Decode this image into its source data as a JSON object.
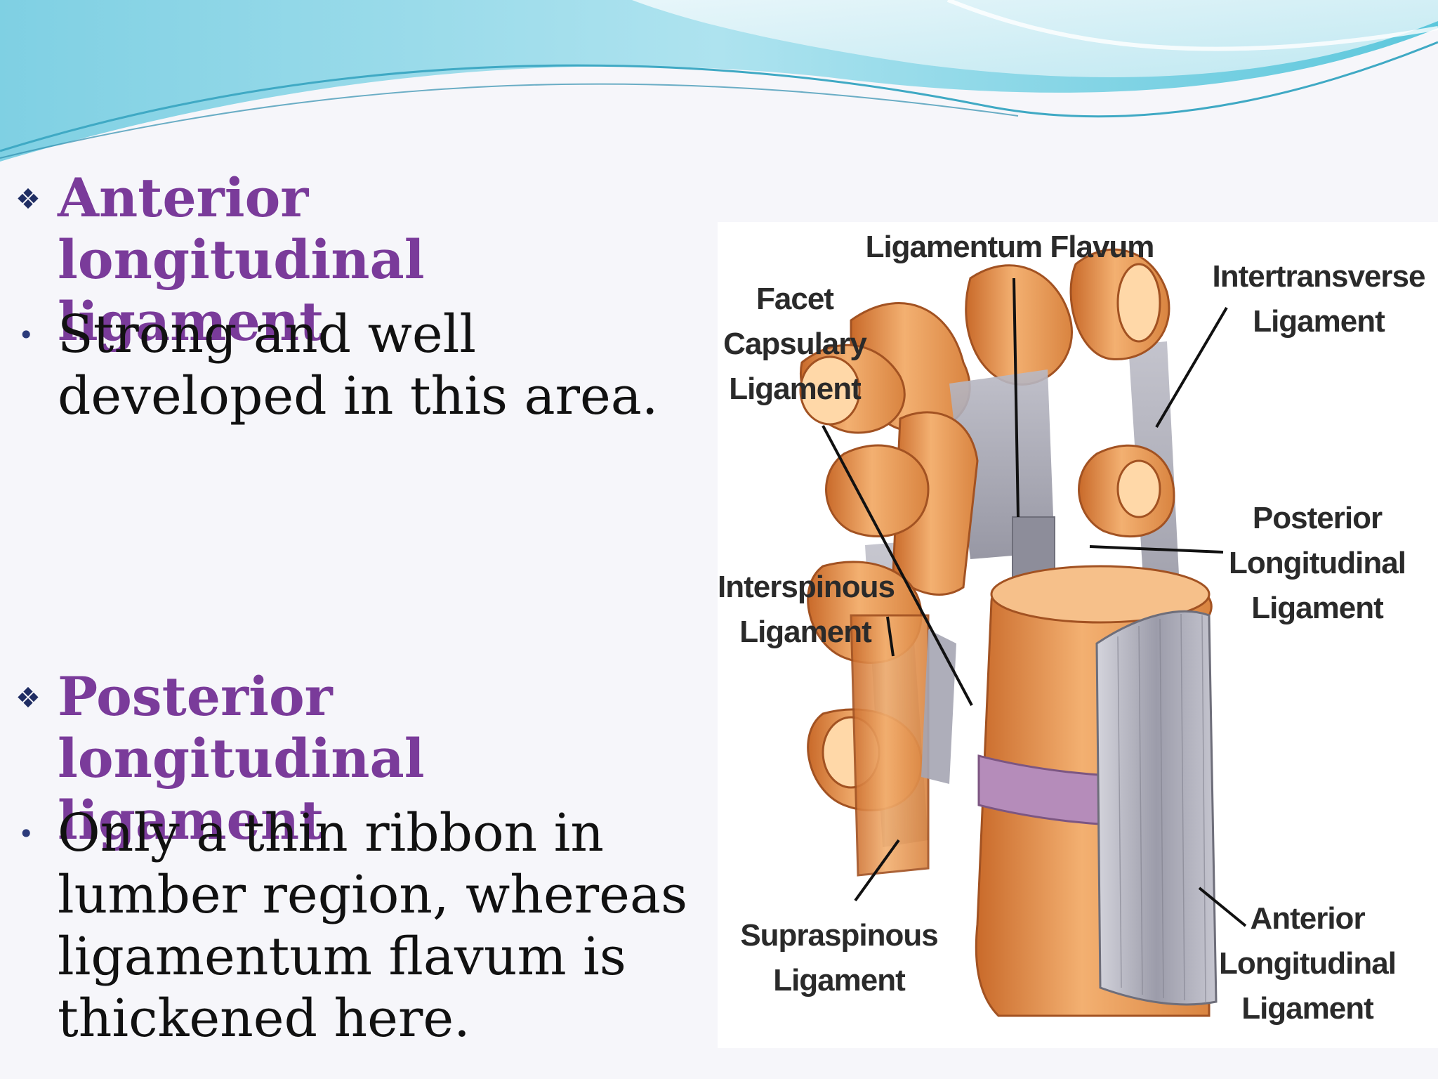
{
  "slide": {
    "accent_colors": {
      "heading": "#7a3b9a",
      "bullet": "#1f2d63",
      "wave": "#4fc3d9"
    },
    "section1": {
      "bullet_icon": "diamond-bullet-icon",
      "heading": "Anterior longitudinal ligament",
      "point": "Strong and well developed in this area."
    },
    "section2": {
      "bullet_icon": "diamond-bullet-icon",
      "heading": "Posterior longitudinal ligament",
      "point": "Only a thin ribbon in lumber region, whereas ligamentum flavum is thickened here."
    }
  },
  "figure": {
    "labels": {
      "ligamentum_flavum": "Ligamentum Flavum",
      "facet_capsulary": "Facet\nCapsulary\nLigament",
      "intertransverse": "Intertransverse\nLigament",
      "posterior_longitudinal": "Posterior\nLongitudinal\nLigament",
      "interspinous": "Interspinous\nLigament",
      "supraspinous": "Supraspinous\nLigament",
      "anterior_longitudinal": "Anterior\nLongitudinal\nLigament"
    }
  }
}
